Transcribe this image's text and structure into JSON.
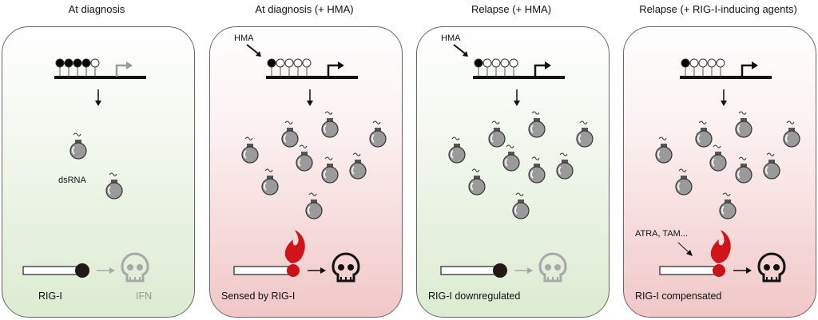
{
  "panels": [
    {
      "title": "At diagnosis",
      "theme": "green",
      "methylation": [
        "filled",
        "filled",
        "filled",
        "filled",
        "open"
      ],
      "promoter_active": false,
      "hma_label": "",
      "dsrna_label": "dsRNA",
      "dsrna_count": 2,
      "sensor_active": false,
      "death_active": false,
      "caption": "RIG-I",
      "secondary_caption": "IFN",
      "agent_label": ""
    },
    {
      "title": "At diagnosis (+ HMA)",
      "theme": "red",
      "methylation": [
        "filled",
        "open",
        "open",
        "open",
        "open"
      ],
      "promoter_active": true,
      "hma_label": "HMA",
      "dsrna_label": "",
      "dsrna_count": 9,
      "sensor_active": true,
      "death_active": true,
      "caption": "Sensed by RIG-I",
      "secondary_caption": "",
      "agent_label": ""
    },
    {
      "title": "Relapse (+ HMA)",
      "theme": "green",
      "methylation": [
        "filled",
        "open",
        "open",
        "open",
        "open"
      ],
      "promoter_active": true,
      "hma_label": "HMA",
      "dsrna_label": "",
      "dsrna_count": 9,
      "sensor_active": false,
      "death_active": false,
      "caption": "RIG-I downregulated",
      "secondary_caption": "",
      "agent_label": ""
    },
    {
      "title": "Relapse (+ RIG-I-inducing agents)",
      "theme": "red",
      "methylation": [
        "filled",
        "open",
        "open",
        "open",
        "open"
      ],
      "promoter_active": true,
      "hma_label": "",
      "dsrna_label": "",
      "dsrna_count": 9,
      "sensor_active": true,
      "death_active": true,
      "caption": "RIG-I compensated",
      "secondary_caption": "",
      "agent_label": "ATRA, TAM..."
    }
  ],
  "colors": {
    "flame": "#d0141b",
    "match_head_active": "#c8121a",
    "match_head_inactive": "#231815",
    "bomb": "#9a9a9a",
    "inactive": "#a8a8a8"
  }
}
